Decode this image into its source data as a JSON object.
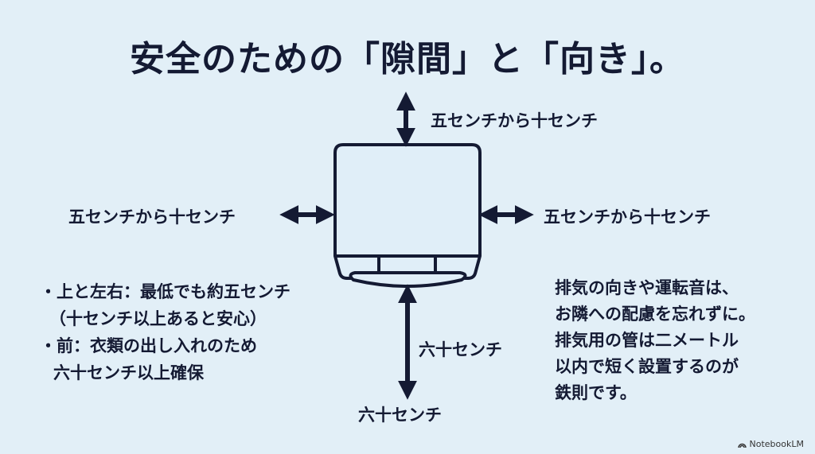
{
  "title": "安全のための「隙間」と「向き」。",
  "labels": {
    "top": "五センチから十センチ",
    "left": "五センチから十センチ",
    "right": "五センチから十センチ",
    "front_arrow": "六十センチ",
    "front_bottom": "六十センチ"
  },
  "left_notes": [
    "・上と左右：最低でも約五センチ",
    "（十センチ以上あると安心）",
    "・前：衣類の出し入れのため",
    "六十センチ以上確保"
  ],
  "right_notes": [
    "排気の向きや運転音は、",
    "お隣への配慮を忘れずに。",
    "排気用の管は二メートル",
    "以内で短く設置するのが",
    "鉄則です。"
  ],
  "watermark": "NotebookLM",
  "colors": {
    "background": "#e2eff7",
    "ink": "#141a33"
  }
}
